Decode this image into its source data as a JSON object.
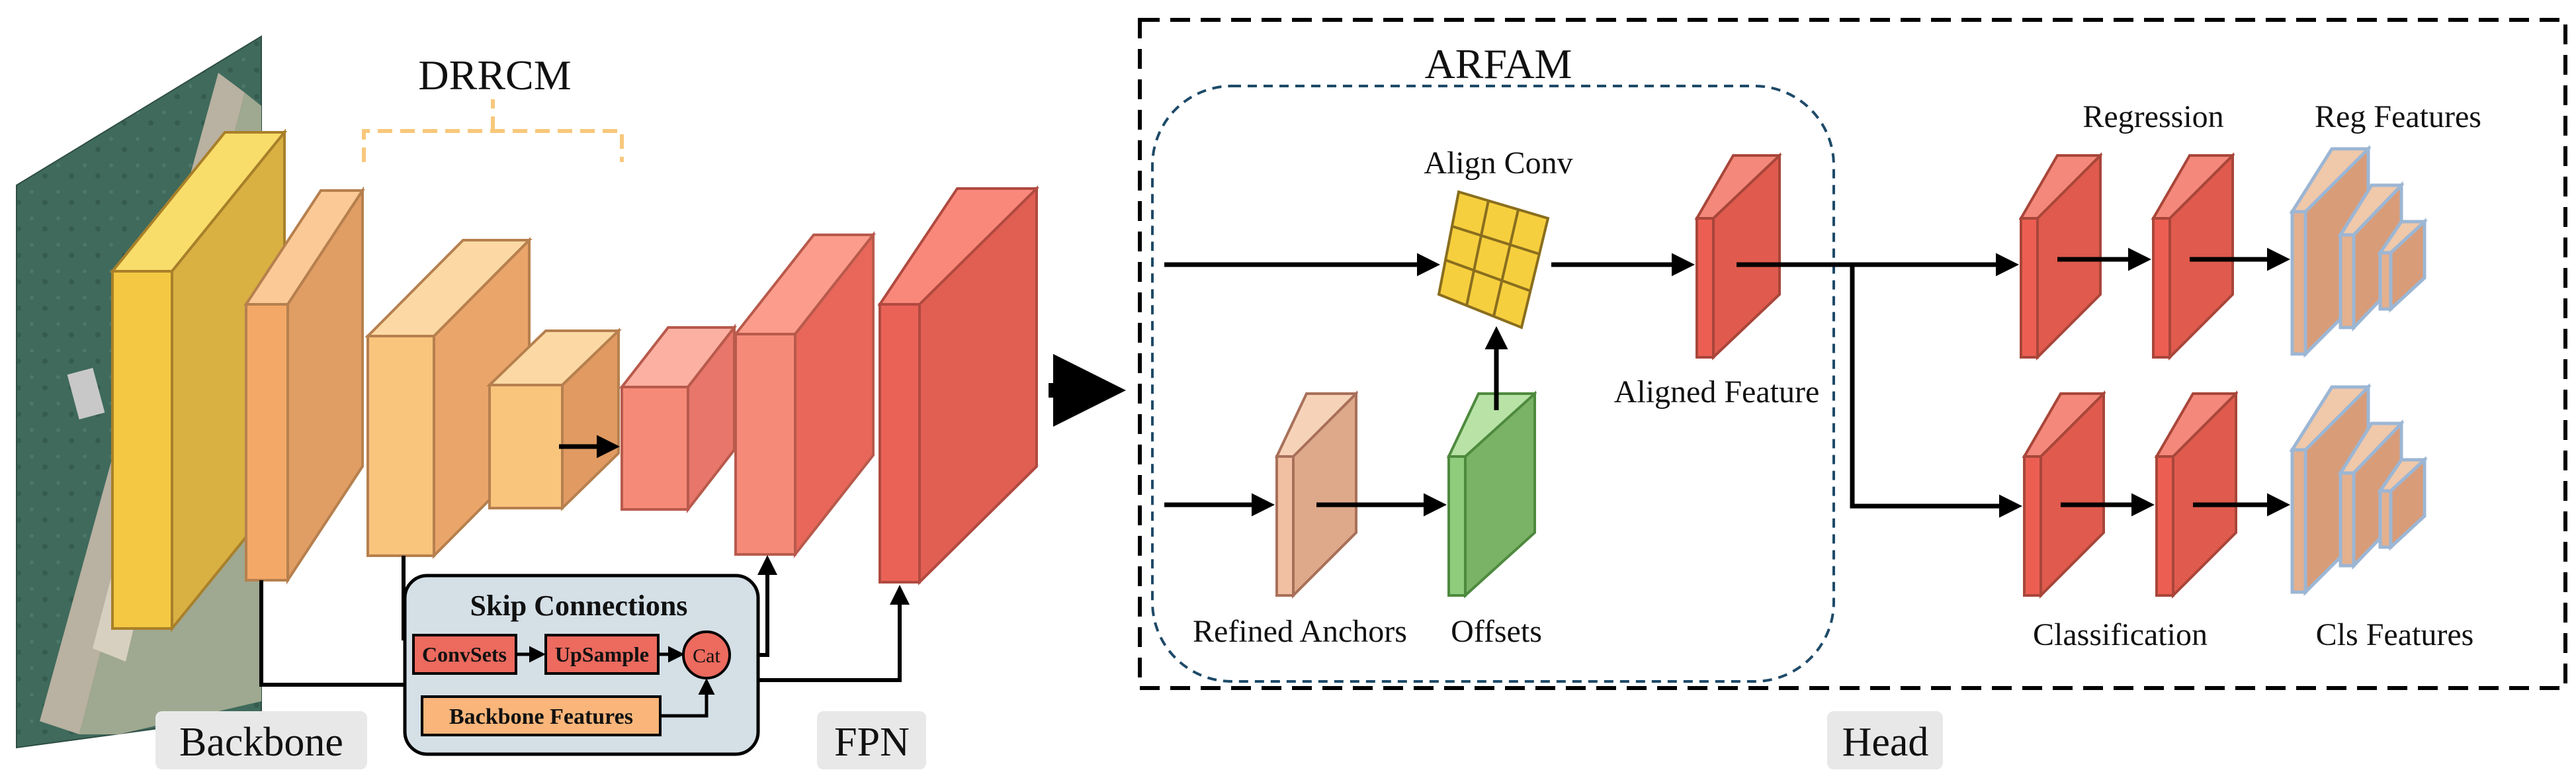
{
  "labels": {
    "drrcm": "DRRCM",
    "arfam": "ARFAM",
    "backbone": "Backbone",
    "fpn": "FPN",
    "head": "Head",
    "skip_title": "Skip Connections",
    "convsets": "ConvSets",
    "upsample": "UpSample",
    "cat": "Cat",
    "backbone_features": "Backbone Features",
    "align_conv": "Align Conv",
    "aligned_feature": "Aligned Feature",
    "refined_anchors": "Refined Anchors",
    "offsets": "Offsets",
    "regression": "Regression",
    "reg_features": "Reg Features",
    "classification": "Classification",
    "cls_features": "Cls Features"
  },
  "colors": {
    "backbone_yellow": "#f4c842",
    "orange_dark": "#f4a868",
    "orange_light": "#f9c47c",
    "fpn_salmon": "#f68a78",
    "fpn_red": "#ea6256",
    "head_red": "#ec5e52",
    "align_yellow": "#f6cf3e",
    "offset_green": "#8fcd7c",
    "anchor_peach": "#f1c0a2",
    "feature_tan": "#e4b08e",
    "skip_box": "#d4dfe6",
    "gray_label": "#e8e8e8"
  },
  "icons": {
    "satellite_image": "satellite-image-icon"
  }
}
